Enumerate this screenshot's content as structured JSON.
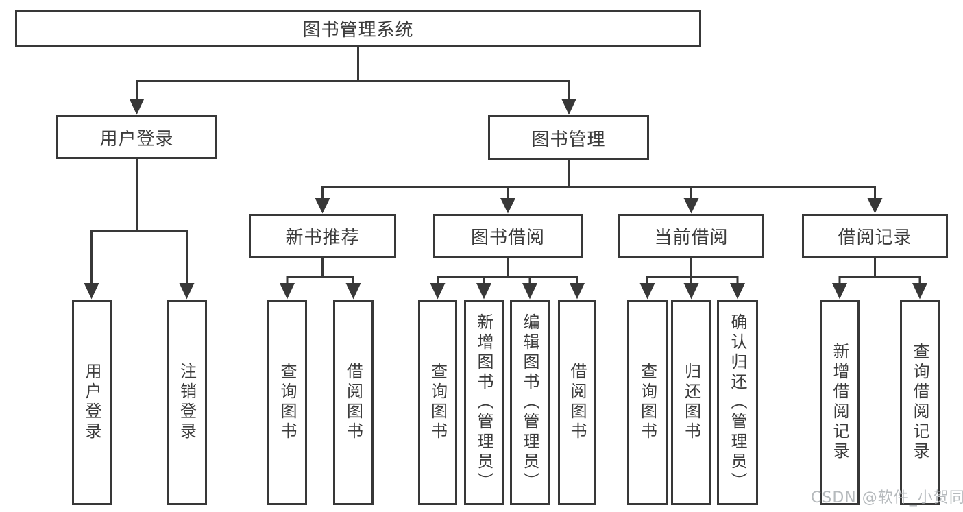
{
  "nodes": {
    "root": "图书管理系统",
    "level2": [
      "用户登录",
      "图书管理"
    ],
    "level3": [
      "新书推荐",
      "图书借阅",
      "当前借阅",
      "借阅记录"
    ],
    "leaves": [
      "用户登录",
      "注销登录",
      "查询图书",
      "借阅图书",
      "查询图书",
      "新增图书（管理员）",
      "编辑图书（管理员）",
      "借阅图书",
      "查询图书",
      "归还图书",
      "确认归还（管理员）",
      "新增借阅记录",
      "查询借阅记录"
    ]
  },
  "hierarchy": {
    "图书管理系统": {
      "用户登录": [
        "用户登录",
        "注销登录"
      ],
      "图书管理": {
        "新书推荐": [
          "查询图书",
          "借阅图书"
        ],
        "图书借阅": [
          "查询图书",
          "新增图书（管理员）",
          "编辑图书（管理员）",
          "借阅图书"
        ],
        "当前借阅": [
          "查询图书",
          "归还图书",
          "确认归还（管理员）"
        ],
        "借阅记录": [
          "新增借阅记录",
          "查询借阅记录"
        ]
      }
    }
  },
  "watermark": "CSDN @软件_小贺同学",
  "colors": {
    "line": "#383838",
    "box_border": "#383838",
    "text": "#3c3c3c",
    "watermark_text": "#b6babd",
    "background": "#ffffff"
  }
}
